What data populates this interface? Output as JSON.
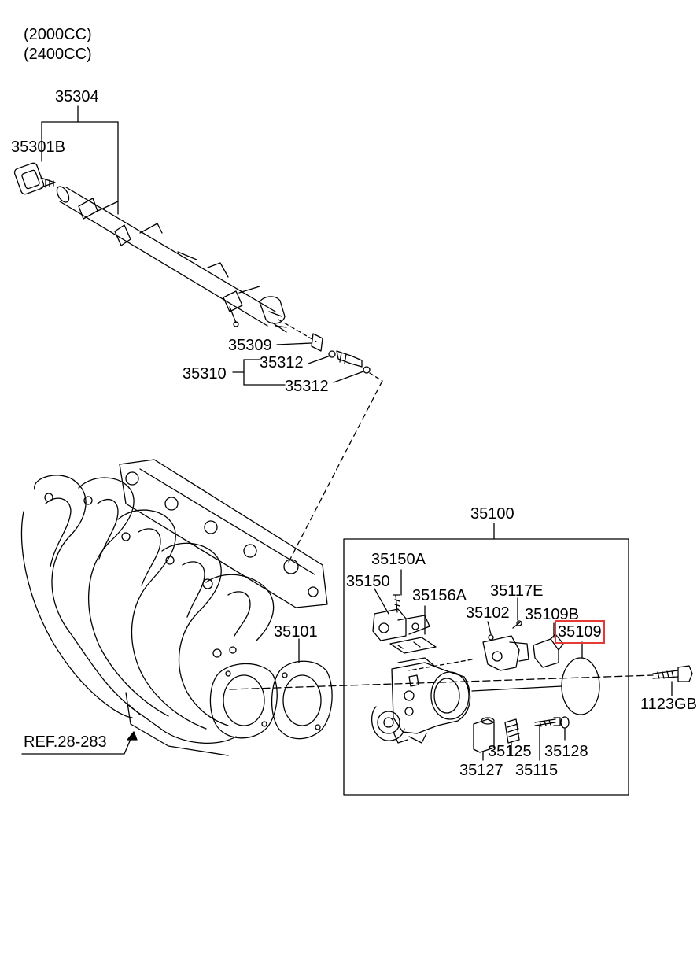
{
  "header": {
    "variant_1": "(2000CC)",
    "variant_2": "(2400CC)"
  },
  "highlight_color": "#e53935",
  "parts": {
    "p35304": "35304",
    "p35301B": "35301B",
    "p35309": "35309",
    "p35312a": "35312",
    "p35310": "35310",
    "p35312b": "35312",
    "p35100": "35100",
    "p35150A": "35150A",
    "p35150": "35150",
    "p35156A": "35156A",
    "p35117E": "35117E",
    "p35102": "35102",
    "p35109B": "35109B",
    "p35109": "35109",
    "p35101": "35101",
    "p1123GB": "1123GB",
    "ref": "REF.28-283",
    "p35125": "35125",
    "p35128": "35128",
    "p35127": "35127",
    "p35115": "35115"
  }
}
